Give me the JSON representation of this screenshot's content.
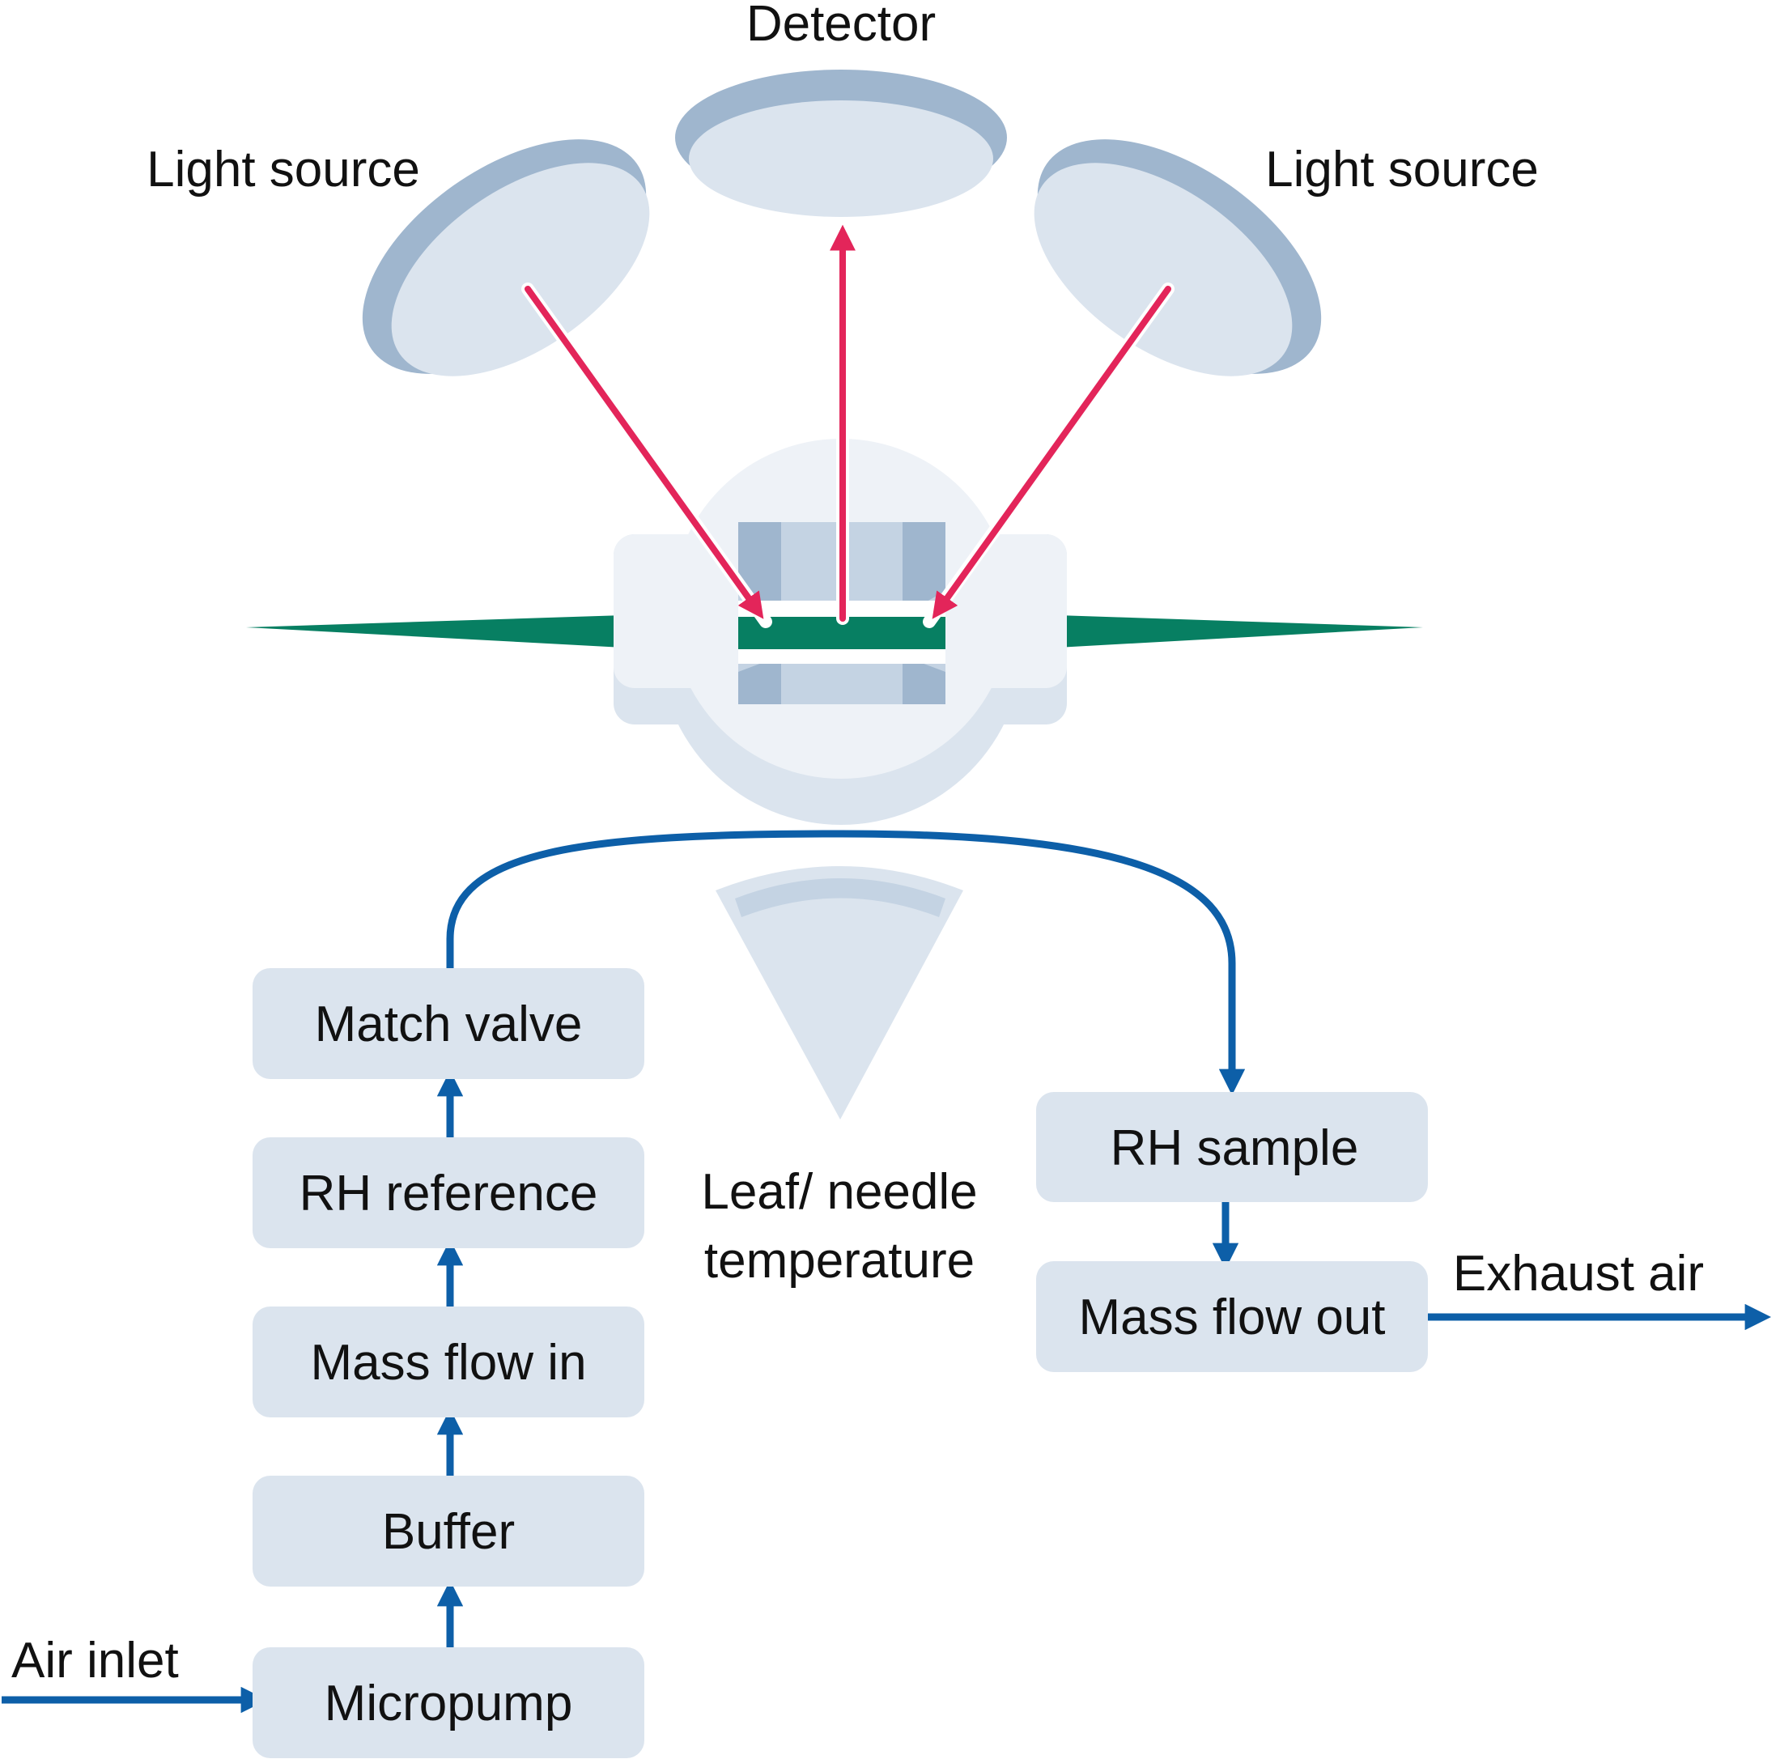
{
  "colors": {
    "lens_light": "#dbe4ee",
    "lens_dark": "#9fb6ce",
    "chamber": "#e4eaf2",
    "chamber_inner": "#c4d3e3",
    "leaf": "#077f62",
    "light_arrow": "#e3255a",
    "flow_arrow": "#0d5fa8",
    "box_fill": "#dbe4ee"
  },
  "labels": {
    "light_source_left": "Light source",
    "detector": "Detector",
    "light_source_right": "Light source",
    "leaf_temperature_line1": "Leaf/ needle",
    "leaf_temperature_line2": "temperature",
    "air_inlet": "Air inlet",
    "exhaust_air": "Exhaust air"
  },
  "inlet_chain": [
    "Match valve",
    "RH reference",
    "Mass flow in",
    "Buffer",
    "Micropump"
  ],
  "outlet_chain": [
    "RH sample",
    "Mass flow out"
  ]
}
